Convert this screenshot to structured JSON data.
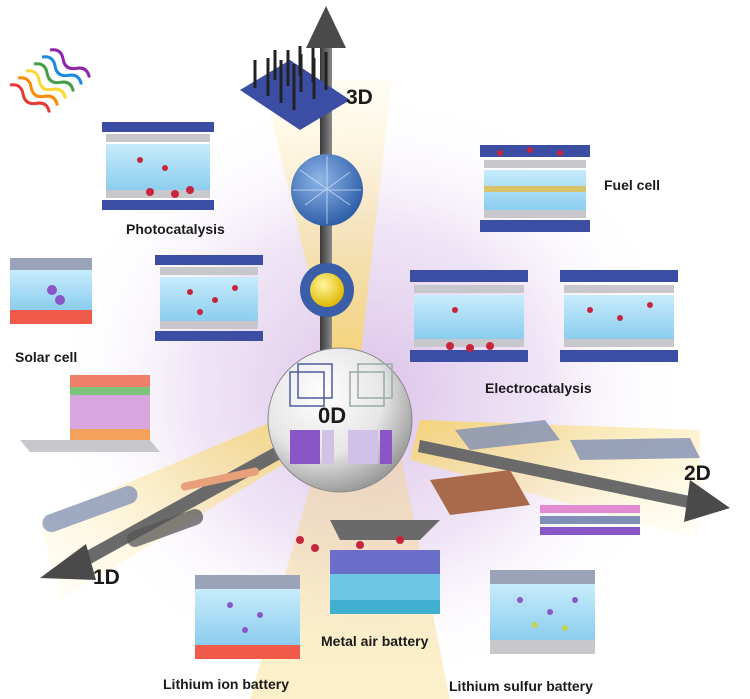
{
  "dimensions": {
    "zero_d": "0D",
    "one_d": "1D",
    "two_d": "2D",
    "three_d": "3D"
  },
  "applications": {
    "photocatalysis": "Photocatalysis",
    "fuel_cell": "Fuel cell",
    "solar_cell": "Solar cell",
    "electrocatalysis": "Electrocatalysis",
    "metal_air_battery": "Metal air battery",
    "lithium_ion_battery": "Lithium ion battery",
    "lithium_sulfur_battery": "Lithium sulfur battery"
  },
  "colors": {
    "glow_purple": "#c9a6dd",
    "glow_yellow": "#f6d46a",
    "electrolyte_blue": "#a9d9f2",
    "electrode_navy": "#3b4ea3",
    "separator_grey": "#c8c8cc",
    "red_molecule": "#c7253d",
    "sphere_white": "#f2f2f2"
  }
}
